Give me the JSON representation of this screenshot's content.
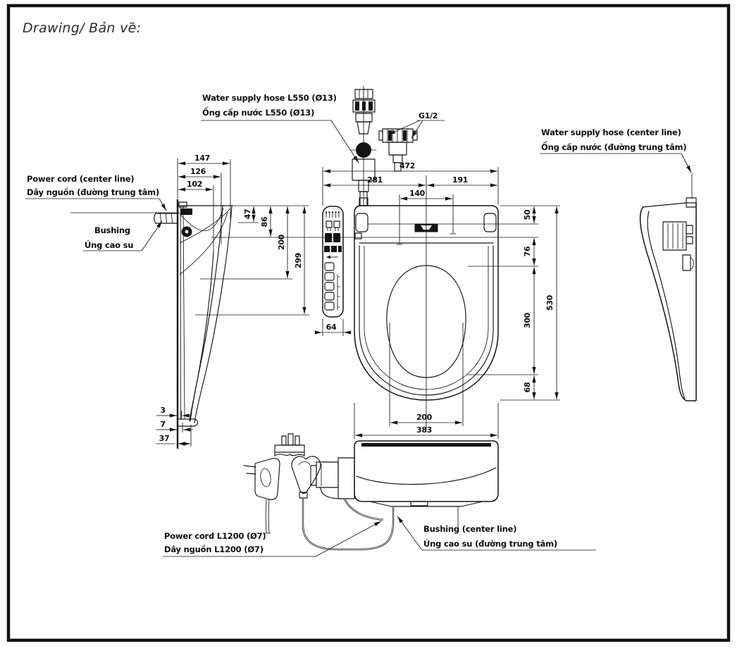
{
  "page": {
    "title": "Drawing/ Bản vẽ:"
  },
  "colors": {
    "ink": "#141414",
    "paper": "#ffffff"
  },
  "labels": {
    "water_supply_hose": {
      "en": "Water supply hose L550 (Ø13)",
      "vi": "Ống cấp nước L550 (Ø13)"
    },
    "thread_size": "G1/2",
    "water_supply_hose_center": {
      "en": "Water supply hose (center line)",
      "vi": "Ống cấp nước (đường trung tâm)"
    },
    "power_cord_center": {
      "en": "Power cord (center line)",
      "vi": "Dây nguồn (đường trung tâm)"
    },
    "bushing": {
      "en": "Bushing",
      "vi": "Úng cao su"
    },
    "power_cord": {
      "en": "Power cord L1200 (Ø7)",
      "vi": "Dây nguồn L1200 (Ø7)"
    },
    "bushing_center": {
      "en": "Bushing (center line)",
      "vi": "Úng cao su (đường trung tâm)"
    }
  },
  "dimensions": {
    "side": {
      "d147": "147",
      "d126": "126",
      "d102": "102",
      "d47": "47",
      "d86": "86",
      "d200": "200",
      "d299": "299",
      "d3": "3",
      "d7": "7",
      "d37": "37"
    },
    "plan": {
      "d472": "472",
      "d281": "281",
      "d191": "191",
      "d140": "140",
      "d50": "50",
      "d76": "76",
      "d300": "300",
      "d530": "530",
      "d68": "68",
      "d200": "200",
      "d383": "383",
      "d64": "64"
    }
  }
}
